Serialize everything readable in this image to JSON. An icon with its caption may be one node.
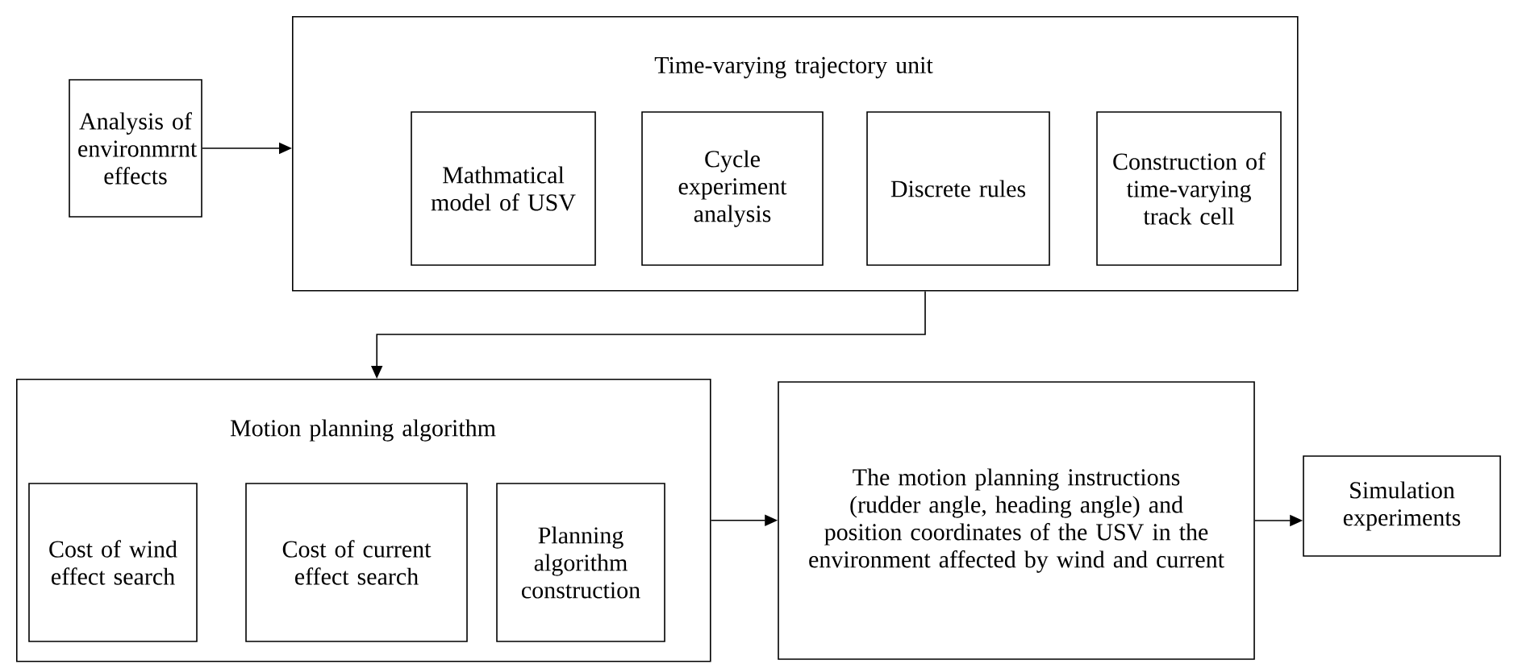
{
  "diagram": {
    "nodes": [
      {
        "text": [
          "Analysis of environmrnt effects"
        ]
      },
      {
        "text": [
          "Time-varying trajectory unit"
        ]
      },
      {
        "text": [
          "Mathmatical model of USV"
        ],
        "in": 1
      },
      {
        "text": [
          "Cycle experiment analysis"
        ],
        "in": 1
      },
      {
        "text": [
          "Discrete rules"
        ],
        "in": 1
      },
      {
        "text": [
          "Construction of time-varying track cell"
        ],
        "in": 1
      },
      {
        "text": [
          "Motion planning algorithm"
        ]
      },
      {
        "text": [
          "Cost of wind effect search"
        ],
        "in": 6
      },
      {
        "text": [
          "Cost of current effect search"
        ],
        "in": 6
      },
      {
        "text": [
          "Planning algorithm construction"
        ],
        "in": 6
      },
      {
        "text": [
          "The motion planning instructions (rudder angle, heading angle) and position coordinates of the USV in the environment affected by wind and current"
        ]
      },
      {
        "text": [
          "Simulation experiments"
        ]
      }
    ],
    "edges": [
      {
        "from": 0,
        "to": 1,
        "arrow": "to"
      },
      {
        "from": 1,
        "to": 6,
        "arrow": "to"
      },
      {
        "from": 6,
        "to": 10,
        "arrow": "to"
      },
      {
        "from": 10,
        "to": 11,
        "arrow": "to"
      }
    ]
  }
}
